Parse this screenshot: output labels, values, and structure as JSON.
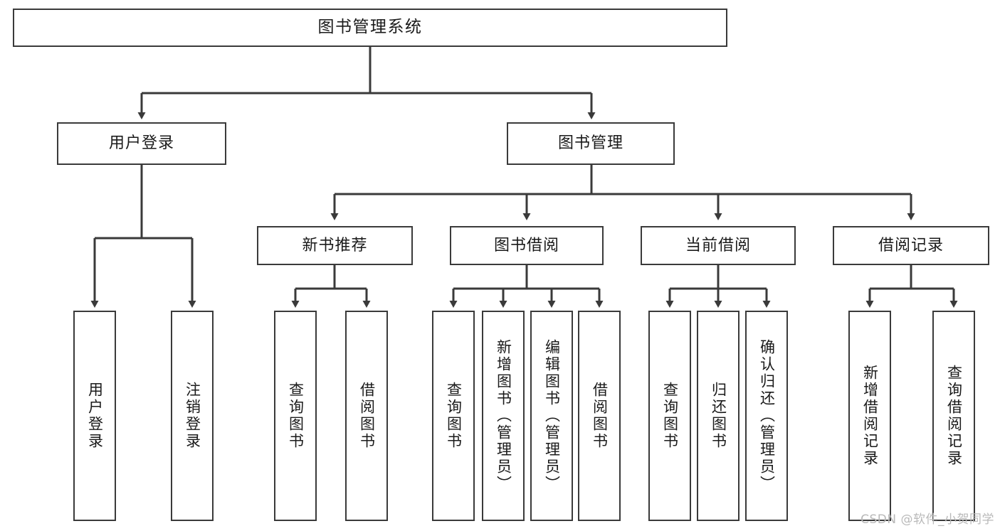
{
  "diagram": {
    "title": "图书管理系统",
    "type": "tree-hierarchy-diagram",
    "watermark": "CSDN @软件_小贺同学",
    "stroke_color": "#3a3a3a",
    "text_color": "#1a1a1a",
    "background_color": "#ffffff"
  },
  "nodes": {
    "root": {
      "label": "图书管理系统"
    },
    "level2": [
      {
        "id": "user-login",
        "label": "用户登录"
      },
      {
        "id": "book-manage",
        "label": "图书管理"
      }
    ],
    "level3": [
      {
        "id": "new-book-recommend",
        "label": "新书推荐"
      },
      {
        "id": "book-borrow",
        "label": "图书借阅"
      },
      {
        "id": "current-borrow",
        "label": "当前借阅"
      },
      {
        "id": "borrow-record",
        "label": "借阅记录"
      }
    ],
    "leaves": {
      "user_login": [
        {
          "id": "leaf-user-login",
          "label": "用户登录"
        },
        {
          "id": "leaf-logout-login",
          "label": "注销登录"
        }
      ],
      "new_book_recommend": [
        {
          "id": "leaf-query-book-1",
          "label": "查询图书"
        },
        {
          "id": "leaf-borrow-book-1",
          "label": "借阅图书"
        }
      ],
      "book_borrow": [
        {
          "id": "leaf-query-book-2",
          "label": "查询图书"
        },
        {
          "id": "leaf-add-book-admin",
          "label": "新增图书（管理员）"
        },
        {
          "id": "leaf-edit-book-admin",
          "label": "编辑图书（管理员）"
        },
        {
          "id": "leaf-borrow-book-2",
          "label": "借阅图书"
        }
      ],
      "current_borrow": [
        {
          "id": "leaf-query-book-3",
          "label": "查询图书"
        },
        {
          "id": "leaf-return-book",
          "label": "归还图书"
        },
        {
          "id": "leaf-confirm-return-admin",
          "label": "确认归还（管理员）"
        }
      ],
      "borrow_record": [
        {
          "id": "leaf-add-borrow-record",
          "label": "新增借阅记录"
        },
        {
          "id": "leaf-query-borrow-record",
          "label": "查询借阅记录"
        }
      ]
    }
  }
}
